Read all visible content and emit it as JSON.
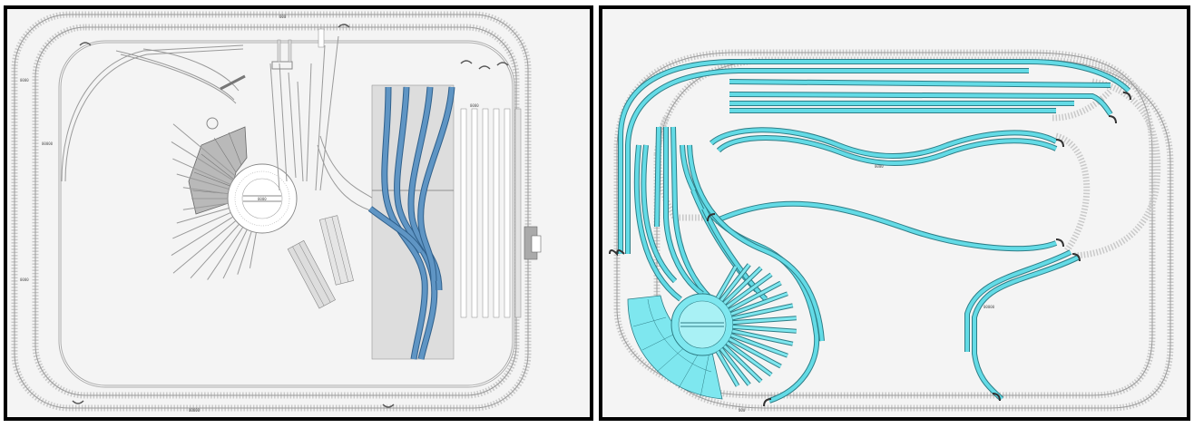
{
  "left_layout": {
    "turntable_code": "0000",
    "track_labels": [
      "0000",
      "00000",
      "0000",
      "00000",
      "000",
      "0000"
    ]
  },
  "right_layout": {
    "track_labels": [
      "0000",
      "00000",
      "000"
    ]
  },
  "colors": {
    "panel_border": "#000000",
    "panel_bg": "#f4f4f4",
    "track_grey": "#9a9a9a",
    "tie_grey": "#c9c9c9",
    "staging_blue": "#5f95c4",
    "cyan_track": "#63dbe6",
    "cyan_fill": "#7ee7ef",
    "roundhouse_grey": "#b9b9b9",
    "staging_area": "#dddddd"
  }
}
